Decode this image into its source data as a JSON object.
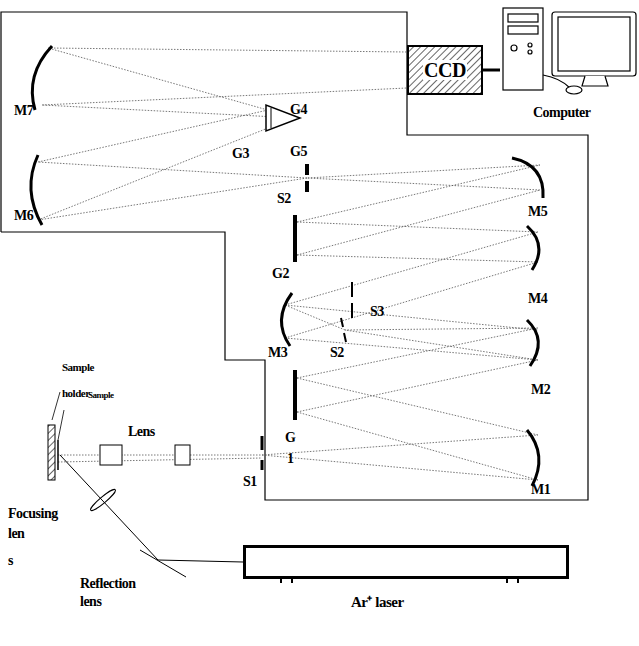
{
  "diagram": {
    "nodes": [
      {
        "text": [
          "CCD"
        ]
      },
      {
        "text": [
          "Computer"
        ]
      },
      {
        "text": [
          "Ar⁺ laser"
        ]
      }
    ],
    "edges": [
      {
        "from": 0,
        "to": 1,
        "arrow": "none"
      }
    ],
    "labels": [
      "M7",
      "G4",
      "G3",
      "G5",
      "S2",
      "M6",
      "M5",
      "G2",
      "M4",
      "M3",
      "S3",
      "S2",
      "M2",
      "G",
      "1",
      "S1",
      "M1",
      "Sample",
      "holder",
      "Sample",
      "Lens",
      "Focusing",
      "len",
      "s",
      "Reflection",
      "lens"
    ]
  }
}
